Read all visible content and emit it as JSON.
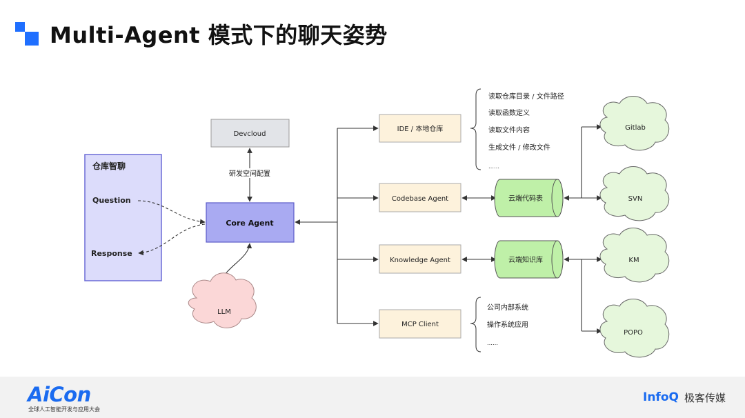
{
  "header": {
    "title": "Multi-Agent 模式下的聊天姿势"
  },
  "diagram": {
    "repo_chat_panel": {
      "title": "仓库智聊",
      "question": "Question",
      "response": "Response"
    },
    "core_agent": "Core Agent",
    "devcloud": "Devcloud",
    "devcloud_edge_label": "研发空间配置",
    "llm": "LLM",
    "agents": {
      "ide": "IDE / 本地仓库",
      "codebase": "Codebase Agent",
      "knowledge": "Knowledge Agent",
      "mcp": "MCP Client"
    },
    "stores": {
      "code_table": "云端代码表",
      "knowledge_base": "云端知识库"
    },
    "ide_actions": [
      "读取仓库目录 / 文件路径",
      "读取函数定义",
      "读取文件内容",
      "生成文件 / 修改文件",
      "……"
    ],
    "mcp_systems": [
      "公司内部系统",
      "操作系统应用",
      "……"
    ],
    "sources": {
      "gitlab": "Gitlab",
      "svn": "SVN",
      "km": "KM",
      "popo": "POPO"
    }
  },
  "footer": {
    "aicon_logo": "AiCon",
    "aicon_subtitle": "全球人工智能开发与应用大会",
    "infoq_logo": "InfoQ",
    "geek_brand": "极客传媒"
  },
  "colors": {
    "accent_blue": "#1f6fff",
    "core_agent_fill": "#a9aaf2",
    "panel_fill": "#dcdcfb",
    "agent_fill": "#fdf2dc",
    "store_fill": "#bff0a8",
    "source_cloud_fill": "#e6f7dc",
    "llm_cloud_fill": "#fbd7d7",
    "devcloud_fill": "#e2e4e8"
  }
}
